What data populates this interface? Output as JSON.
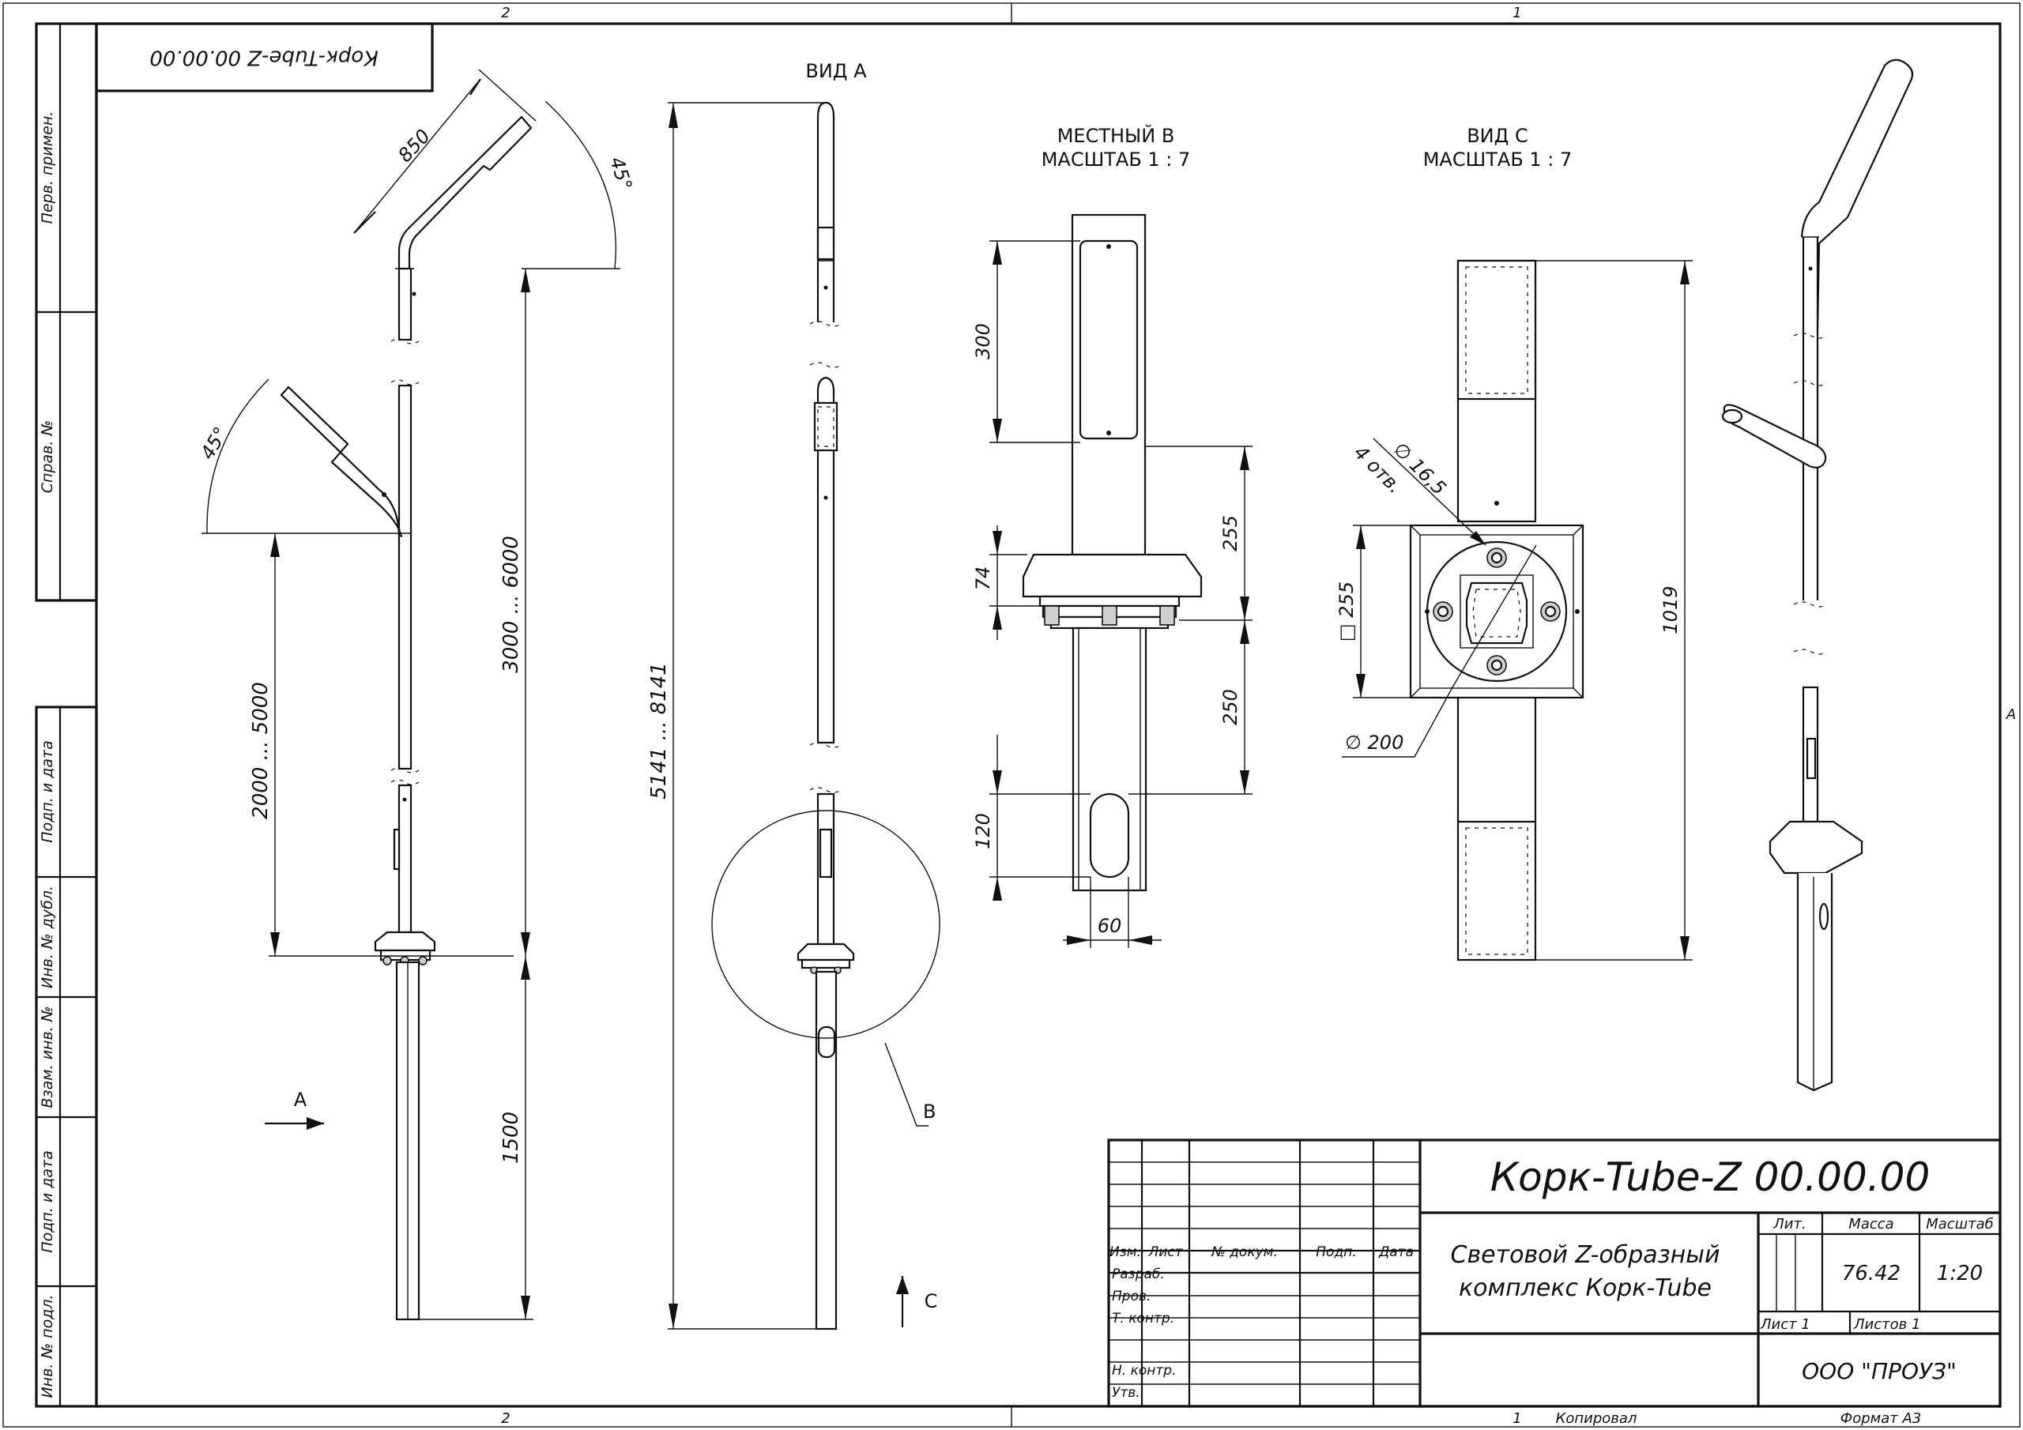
{
  "zone_labels": {
    "top_left": "2",
    "top_right": "1",
    "bottom_left": "2",
    "bottom_right": "1",
    "right_side": "A"
  },
  "stamp_rotated": "Корк-Tube-Z 00.00.00",
  "side_columns": {
    "upper": [
      "Перв. примен.",
      "Справ. №"
    ],
    "lower": [
      "Подп. и дата",
      "Инв. № дубл.",
      "Взам. инв. №",
      "Подп. и дата",
      "Инв. № подл."
    ]
  },
  "views": {
    "view_a": "ВИД А",
    "local_b": [
      "МЕСТНЫЙ В",
      "МАСШТАБ 1 : 7"
    ],
    "view_c": [
      "ВИД С",
      "МАСШТАБ 1 : 7"
    ],
    "circle_b": "В",
    "arrow_a": "А",
    "arrow_c": "С"
  },
  "dimensions": {
    "arm_length": "850",
    "arm_angle_top": "45°",
    "arm_angle_lower": "45°",
    "lower_arm_height": "2000 ... 5000",
    "upper_arm_height": "3000 ... 6000",
    "foundation": "1500",
    "total_height": "5141 ... 8141",
    "b_300": "300",
    "b_255": "255",
    "b_74": "74",
    "b_250": "250",
    "b_120": "120",
    "b_60": "60",
    "c_hole": "∅ 16,5",
    "c_holes_count": "4 отв.",
    "c_square": "□ 255",
    "c_diameter": "∅ 200",
    "c_1019": "1019"
  },
  "title_block": {
    "designation": "Корк-Tube-Z 00.00.00",
    "name": [
      "Световой Z-образный",
      "комплекс Корк-Tube"
    ],
    "header_cols": [
      "Изм.",
      "Лист",
      "№ докум.",
      "Подп.",
      "Дата"
    ],
    "rows": [
      "Разраб.",
      "Пров.",
      "Т. контр.",
      "",
      "Н. контр.",
      "Утв."
    ],
    "lit_label": "Лит.",
    "mass_label": "Масса",
    "scale_label": "Масштаб",
    "mass_value": "76.42",
    "scale_value": "1:20",
    "sheet": "Лист 1",
    "sheets": "Листов 1",
    "company": "ООО \"ПРОУЗ\""
  },
  "footer": {
    "copied": "Копировал",
    "format": "Формат А3",
    "num": "1"
  }
}
